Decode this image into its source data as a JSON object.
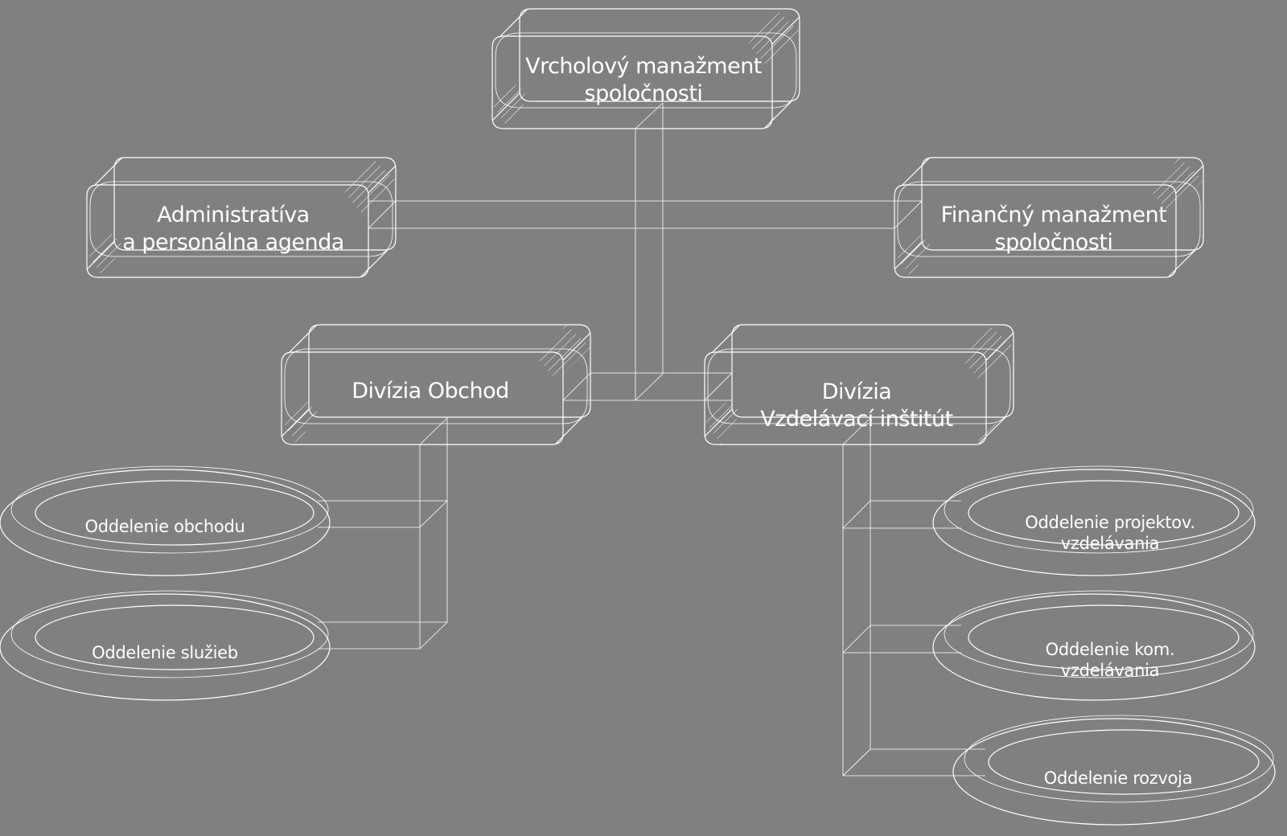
{
  "diagram": {
    "background": "#808080",
    "line_color": "#ffffff",
    "nodes": {
      "top": {
        "lines": [
          "Vrcholový manažment",
          "spoločnosti"
        ]
      },
      "admin": {
        "lines": [
          "Administratíva",
          "a personálna agenda"
        ]
      },
      "finance": {
        "lines": [
          "Finančný manažment",
          "spoločnosti"
        ]
      },
      "obchod": {
        "lines": [
          "Divízia Obchod"
        ]
      },
      "vzdel": {
        "lines": [
          "Divízia",
          "Vzdelávací inštitút"
        ]
      },
      "odd_obchodu": {
        "lines": [
          "Oddelenie obchodu"
        ]
      },
      "odd_sluzieb": {
        "lines": [
          "Oddelenie služieb"
        ]
      },
      "odd_projekt": {
        "lines": [
          "Oddelenie projektov.",
          "vzdelávania"
        ]
      },
      "odd_kom": {
        "lines": [
          "Oddelenie kom.",
          "vzdelávania"
        ]
      },
      "odd_rozvoja": {
        "lines": [
          "Oddelenie rozvoja"
        ]
      }
    }
  }
}
